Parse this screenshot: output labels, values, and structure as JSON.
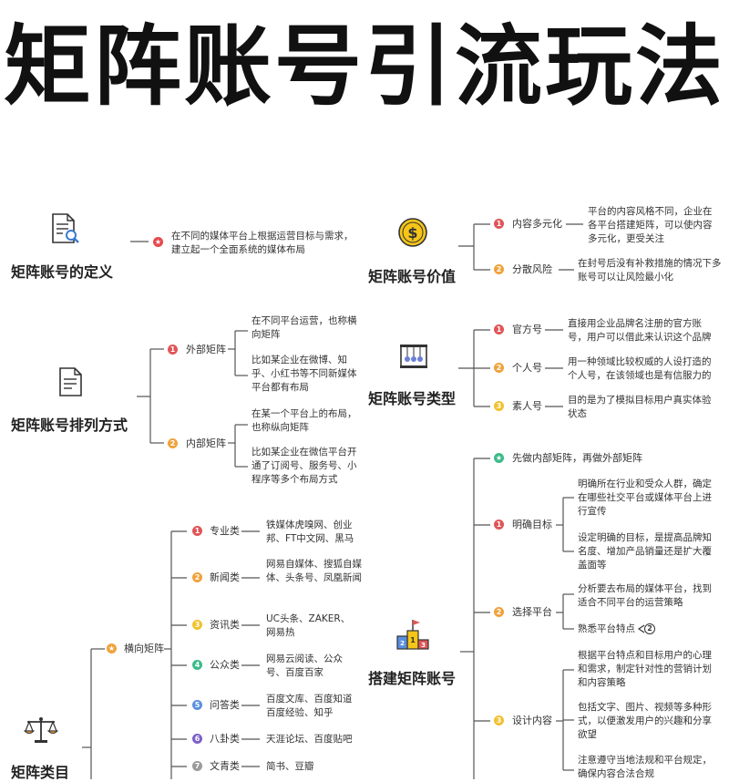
{
  "title": "矩阵账号引流玩法",
  "definition": {
    "title": "矩阵账号的定义",
    "text": "在不同的媒体平台上根据运营目标与需求，建立起一个全面系统的媒体布局"
  },
  "value": {
    "title": "矩阵账号价值",
    "items": [
      {
        "num": "1",
        "label": "内容多元化",
        "text": "平台的内容风格不同，企业在各平台搭建矩阵，可以使内容多元化，更受关注"
      },
      {
        "num": "2",
        "label": "分散风险",
        "text": "在封号后没有补救措施的情况下多账号可以让风险最小化"
      }
    ]
  },
  "arrangement": {
    "title": "矩阵账号排列方式",
    "items": [
      {
        "num": "1",
        "label": "外部矩阵",
        "texts": [
          "在不同平台运营，也称横向矩阵",
          "比如某企业在微博、知乎、小红书等不同新媒体平台都有布局"
        ]
      },
      {
        "num": "2",
        "label": "内部矩阵",
        "texts": [
          "在某一个平台上的布局，也称纵向矩阵",
          "比如某企业在微信平台开通了订阅号、服务号、小程序等多个布局方式"
        ]
      }
    ]
  },
  "types": {
    "title": "矩阵账号类型",
    "items": [
      {
        "num": "1",
        "label": "官方号",
        "text": "直接用企业品牌名注册的官方账号，用户可以借此来认识这个品牌"
      },
      {
        "num": "2",
        "label": "个人号",
        "text": "用一种领域比较权威的人设打造的个人号，在该领域也是有信服力的"
      },
      {
        "num": "3",
        "label": "素人号",
        "text": "目的是为了模拟目标用户真实体验状态"
      }
    ]
  },
  "categories": {
    "title": "矩阵类目",
    "branch": "横向矩阵",
    "items": [
      {
        "num": "1",
        "label": "专业类",
        "text": "铁媒体虎嗅网、创业邦、FT中文网、黑马"
      },
      {
        "num": "2",
        "label": "新闻类",
        "text": "网易自媒体、搜狐自媒体、头条号、凤凰新闻"
      },
      {
        "num": "3",
        "label": "资讯类",
        "text": "UC头条、ZAKER、网易热"
      },
      {
        "num": "4",
        "label": "公众类",
        "text": "网易云阅读、公众号、百度百家"
      },
      {
        "num": "5",
        "label": "问答类",
        "text": "百度文库、百度知道百度经验、知乎"
      },
      {
        "num": "6",
        "label": "八卦类",
        "text": "天涯论坛、百度贴吧"
      },
      {
        "num": "7",
        "label": "文青类",
        "text": "简书、豆瓣"
      }
    ]
  },
  "build": {
    "title": "搭建矩阵账号",
    "first": "先做内部矩阵，再做外部矩阵",
    "items": [
      {
        "num": "1",
        "label": "明确目标",
        "texts": [
          "明确所在行业和受众人群，确定在哪些社交平台或媒体平台上进行宣传",
          "设定明确的目标，是提高品牌知名度、增加产品销量还是扩大覆盖面等"
        ]
      },
      {
        "num": "2",
        "label": "选择平台",
        "texts": [
          "分析要去布局的媒体平台，找到适合不同平台的运营策略",
          "熟悉平台特点"
        ],
        "sub_num": "2"
      },
      {
        "num": "3",
        "label": "设计内容",
        "texts": [
          "根据平台特点和目标用户的心理和需求，制定针对性的营销计划和内容策略",
          "包括文字、图片、视频等多种形式，以便激发用户的兴趣和分享欲望",
          "注意遵守当地法规和平台规定，确保内容合法合规"
        ]
      }
    ]
  },
  "colors": {
    "red": "#e05558",
    "orange": "#f0a23c",
    "yellow": "#f2c12e",
    "green": "#3dbb8a",
    "blue": "#5b8fe0",
    "purple": "#7b5fc9",
    "gray": "#9a9a9a",
    "star_red": "#e8484c"
  }
}
